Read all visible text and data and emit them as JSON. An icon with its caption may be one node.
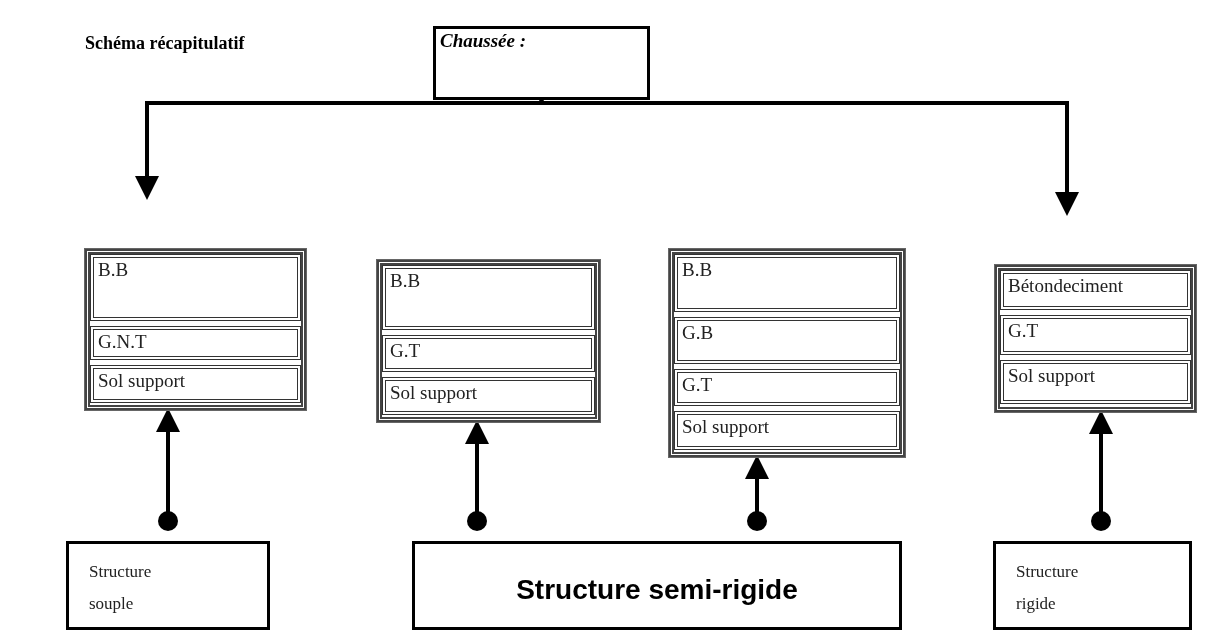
{
  "diagram": {
    "title": "Schéma récapitulatif",
    "nodes": [
      {
        "text": [
          "Chaussée :"
        ]
      },
      {
        "text": [],
        "shape": "box"
      },
      {
        "text": [
          "B.B"
        ],
        "in": 1
      },
      {
        "text": [
          "G.N.T"
        ],
        "in": 1
      },
      {
        "text": [
          "Sol support"
        ],
        "in": 1
      },
      {
        "text": [],
        "shape": "box"
      },
      {
        "text": [
          "B.B"
        ],
        "in": 5
      },
      {
        "text": [
          "G.T"
        ],
        "in": 5
      },
      {
        "text": [
          "Sol support"
        ],
        "in": 5
      },
      {
        "text": [],
        "shape": "box"
      },
      {
        "text": [
          "B.B"
        ],
        "in": 9
      },
      {
        "text": [
          "G.B"
        ],
        "in": 9
      },
      {
        "text": [
          "G.T"
        ],
        "in": 9
      },
      {
        "text": [
          "Sol support"
        ],
        "in": 9
      },
      {
        "text": [],
        "shape": "box"
      },
      {
        "text": [
          "Bétondeciment"
        ],
        "in": 14
      },
      {
        "text": [
          "G.T"
        ],
        "in": 14
      },
      {
        "text": [
          "Sol support"
        ],
        "in": 14
      },
      {
        "text": [
          "Structure souple"
        ]
      },
      {
        "text": [
          "Structure semi-rigide"
        ]
      },
      {
        "text": [
          "Structure rigide"
        ]
      }
    ],
    "edges": [
      {
        "from": 0,
        "to": 1,
        "arrow": "to"
      },
      {
        "from": 0,
        "to": 14,
        "arrow": "to"
      },
      {
        "from": 18,
        "to": 1,
        "arrow": "to"
      },
      {
        "from": 19,
        "to": 5,
        "arrow": "to"
      },
      {
        "from": 19,
        "to": 9,
        "arrow": "to"
      },
      {
        "from": 20,
        "to": 14,
        "arrow": "to"
      }
    ]
  }
}
